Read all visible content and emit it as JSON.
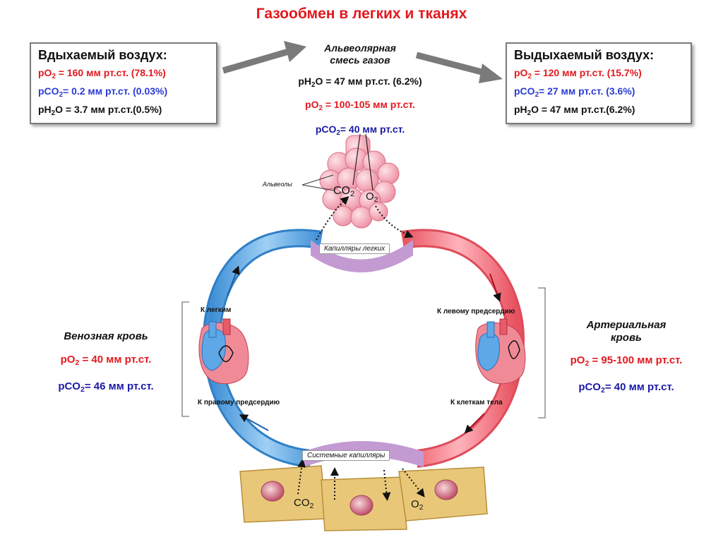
{
  "title": "Газообмен в легких и тканях",
  "inhaled": {
    "heading": "Вдыхаемый воздух:",
    "po2": {
      "prefix": "pO",
      "sub": "2",
      "value": " = 160 мм рт.ст. (78.1%)"
    },
    "pco2": {
      "prefix": "pCO",
      "sub": "2",
      "value": "= 0.2 мм рт.ст. (0.03%)"
    },
    "ph2o": {
      "prefix": "pH",
      "sub": "2",
      "value": "O = 3.7 мм рт.ст.(0.5%)"
    }
  },
  "alveolar": {
    "heading_line1": "Альвеолярная",
    "heading_line2": "смесь газов",
    "ph2o": {
      "prefix": "pH",
      "sub": "2",
      "value": "O = 47 мм рт.ст. (6.2%)"
    },
    "po2": {
      "prefix": "pO",
      "sub": "2",
      "value": " = 100-105 мм рт.ст."
    },
    "pco2": {
      "prefix": "pCO",
      "sub": "2",
      "value": "= 40 мм рт.ст."
    }
  },
  "exhaled": {
    "heading": "Выдыхаемый воздух:",
    "po2": {
      "prefix": "pO",
      "sub": "2",
      "value": " = 120 мм рт.ст. (15.7%)"
    },
    "pco2": {
      "prefix": "pCO",
      "sub": "2",
      "value": "= 27 мм рт.ст. (3.6%)"
    },
    "ph2o": {
      "prefix": "pH",
      "sub": "2",
      "value": "O = 47 мм рт.ст.(6.2%)"
    }
  },
  "venous": {
    "heading": "Венозная кровь",
    "po2": {
      "prefix": "pO",
      "sub": "2",
      "value": " = 40 мм рт.ст."
    },
    "pco2": {
      "prefix": "pCO",
      "sub": "2",
      "value": "= 46 мм рт.ст."
    }
  },
  "arterial": {
    "heading_line1": "Артериальная",
    "heading_line2": "кровь",
    "po2": {
      "prefix": "pO",
      "sub": "2",
      "value": " = 95-100 мм рт.ст."
    },
    "pco2": {
      "prefix": "pCO",
      "sub": "2",
      "value": "= 40 мм рт.ст."
    }
  },
  "labels": {
    "alveoli": "Альвеолы",
    "lung_capillaries": "Капилляры легких",
    "systemic_capillaries": "Системные капилляры",
    "to_lungs": "К легким",
    "to_left_atrium": "К левому предсердию",
    "to_right_atrium": "К правому предсердию",
    "to_body_cells": "К клеткам тела",
    "co2_top": "CO",
    "o2_top": "O",
    "co2_bottom": "CO",
    "o2_bottom": "O",
    "sub2": "2"
  },
  "colors": {
    "title": "#e2191e",
    "oxygen_red": "#e2191e",
    "co2_blue": "#2a3bd6",
    "venous_vessel": "#5aa7e0",
    "arterial_vessel": "#f0707a",
    "capillary": "#b98fc8",
    "alveoli": "#f2a5b2",
    "tissue_cell": "#e8c878"
  }
}
